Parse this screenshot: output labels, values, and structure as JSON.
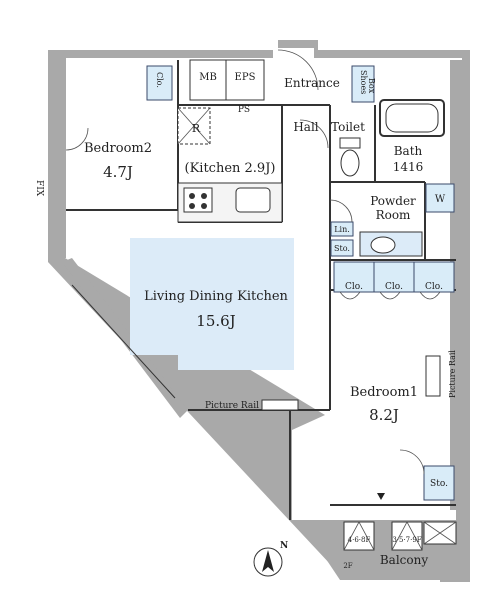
{
  "rooms": {
    "bedroom2": {
      "name": "Bedroom2",
      "size": "4.7J"
    },
    "kitchen": {
      "name": "(Kitchen 2.9J)"
    },
    "ldk": {
      "name": "Living Dining Kitchen",
      "size": "15.6J"
    },
    "bedroom1": {
      "name": "Bedroom1",
      "size": "8.2J"
    },
    "entrance": {
      "name": "Entrance"
    },
    "hall": {
      "name": "Hall"
    },
    "toilet": {
      "name": "Toilet"
    },
    "bath": {
      "name": "Bath",
      "size": "1416"
    },
    "powder": {
      "name": "Powder",
      "name2": "Room"
    },
    "balcony": {
      "name": "Balcony"
    }
  },
  "fixtures": {
    "mb": "MB",
    "eps": "EPS",
    "ps": "PS",
    "shoes_line1": "Shoes",
    "shoes_line2": "Box",
    "clo_bedroom2": "Clo.",
    "clo1": "Clo.",
    "clo2": "Clo.",
    "clo3": "Clo.",
    "lin": "Lin.",
    "sto_powder": "Sto.",
    "sto_bedroom1": "Sto.",
    "fridge": "R",
    "washer": "W",
    "picture_rail_ldk": "Picture Rail",
    "picture_rail_bed1": "Picture Rail",
    "fix": "FIX",
    "balcony_unit_left": "4·6·8F",
    "balcony_unit_right": "3·5·7·9F",
    "compass": "N",
    "balcony_small": "2F"
  }
}
